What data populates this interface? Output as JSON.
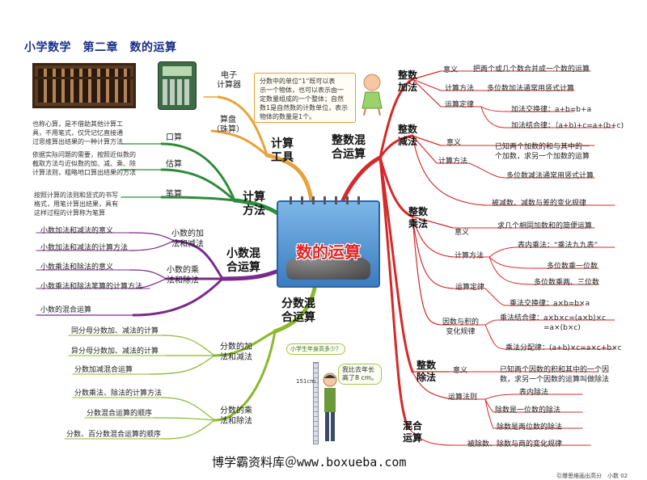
{
  "title": "小学数学　第二章　数的运算",
  "center": {
    "title": "数的运算"
  },
  "branches": {
    "calc_tools": {
      "label": "计算\n工具",
      "electronic": "电子\n计算器",
      "abacus": "算盘\n（珠算）"
    },
    "calc_methods": {
      "label": "计算\n方法",
      "oral": {
        "label": "口算",
        "desc": "也称心算，是不借助其他计算工\n具，不用笔式，仅凭记忆直接通\n过思维算出结果的一种计算方法"
      },
      "estimate": {
        "label": "估算",
        "desc": "依据实际问题的需要，按照近似数的\n截取方法与近似数的加、减、乘、除\n计算法则，粗略地口算出结果的方法"
      },
      "written": {
        "label": "笔算",
        "desc": "按照计算的法则和竖式的书写\n格式，用笔计算出结果，具有\n这样过程的计算称为笔算"
      }
    },
    "decimal_mixed": {
      "label": "小数混\n合运算",
      "add_sub": {
        "label": "小数的加\n法和减法",
        "items": [
          "小数加法和减法的意义",
          "小数加法和减法的计算方法"
        ]
      },
      "mul_div": {
        "label": "小数的乘\n法和除法",
        "items": [
          "小数乘法和除法的意义",
          "小数乘法和除法笔算的计算方法"
        ]
      },
      "mixed": "小数的混合运算"
    },
    "fraction_mixed": {
      "label": "分数混\n合运算",
      "add_sub": {
        "label": "分数的加\n法和减法",
        "items": [
          "同分母分数加、减法的计算",
          "异分母分数加、减法的计算",
          "分数加减混合运算"
        ]
      },
      "mul_div": {
        "label": "分数的乘\n法和除法",
        "items": [
          "分数乘法、除法的计算方法",
          "分数混合运算的顺序",
          "分数、百分数混合运算的顺序"
        ]
      }
    },
    "integer_mixed": {
      "label": "整数混\n合运算",
      "addition": {
        "label": "整数\n加法",
        "meaning_label": "意义",
        "meaning": "把两个或几个数合并成一个数的运算",
        "method_label": "计算方法",
        "method": "多位数加法通常用竖式计算",
        "law_label": "运算定律",
        "commutative": "加法交换律：a+b=b+a",
        "associative": "加法结合律：（a+b)+c=a+(b+c)"
      },
      "subtraction": {
        "label": "整数\n减法",
        "meaning_label": "意义",
        "meaning": "已知两个加数的和与其中的一\n个加数，求另一个加数的运算",
        "method_label": "计算方法",
        "method": "多位数减法通常用竖式计算",
        "relation": "被减数、减数与差的变化规律"
      },
      "multiplication": {
        "label": "整数\n乘法",
        "meaning_label": "意义",
        "meaning": "求几个相同加数和的简便运算",
        "method_label": "计算方法",
        "methods": [
          "表内乘法：“乘法九九表”",
          "多位数乘一位数",
          "多位数乘两、三位数"
        ],
        "law_label": "运算定律",
        "laws": [
          "乘法交换律：a×b=b×a",
          "乘法结合律：a×b×c=(a×b)×c\n　　　　　　=a×(b×c)",
          "乘法分配律：(a+b)×c=a×c+b×c"
        ],
        "relation": "因数与积的\n变化规律"
      },
      "division": {
        "label": "整数\n除法",
        "meaning_label": "意义",
        "meaning": "已知两个因数的积和其中的一个因\n数，求另一个因数的运算叫做除法",
        "rule_label": "运算法则",
        "rules": [
          "表内除法",
          "除数是一位数的除法",
          "除数是两位数的除法"
        ],
        "relation": "被除数、除数与商的变化规律"
      },
      "mixed_calc": "混合\n运算"
    }
  },
  "note": "分数中的单位“1”既可以表\n示一个物体，也可以表示由一\n定数量组成的一个整体；自然\n数1是自然数的计数单位，表示\n物体的数量是1个。",
  "illustration": {
    "question": "小学生年身高多少？",
    "answer": "我比去年长\n高了8 cm。",
    "height": "151cm"
  },
  "footer": "博学霸资料库＠www.boxueba.com",
  "page": "引爆思维画出高分　小数 02",
  "colors": {
    "tools": "#e8a23a",
    "methods": "#2e8b3a",
    "decimal": "#7a2a8c",
    "fraction": "#8ab82e",
    "integer": "#d42a2a",
    "title": "#1a2f8a"
  }
}
